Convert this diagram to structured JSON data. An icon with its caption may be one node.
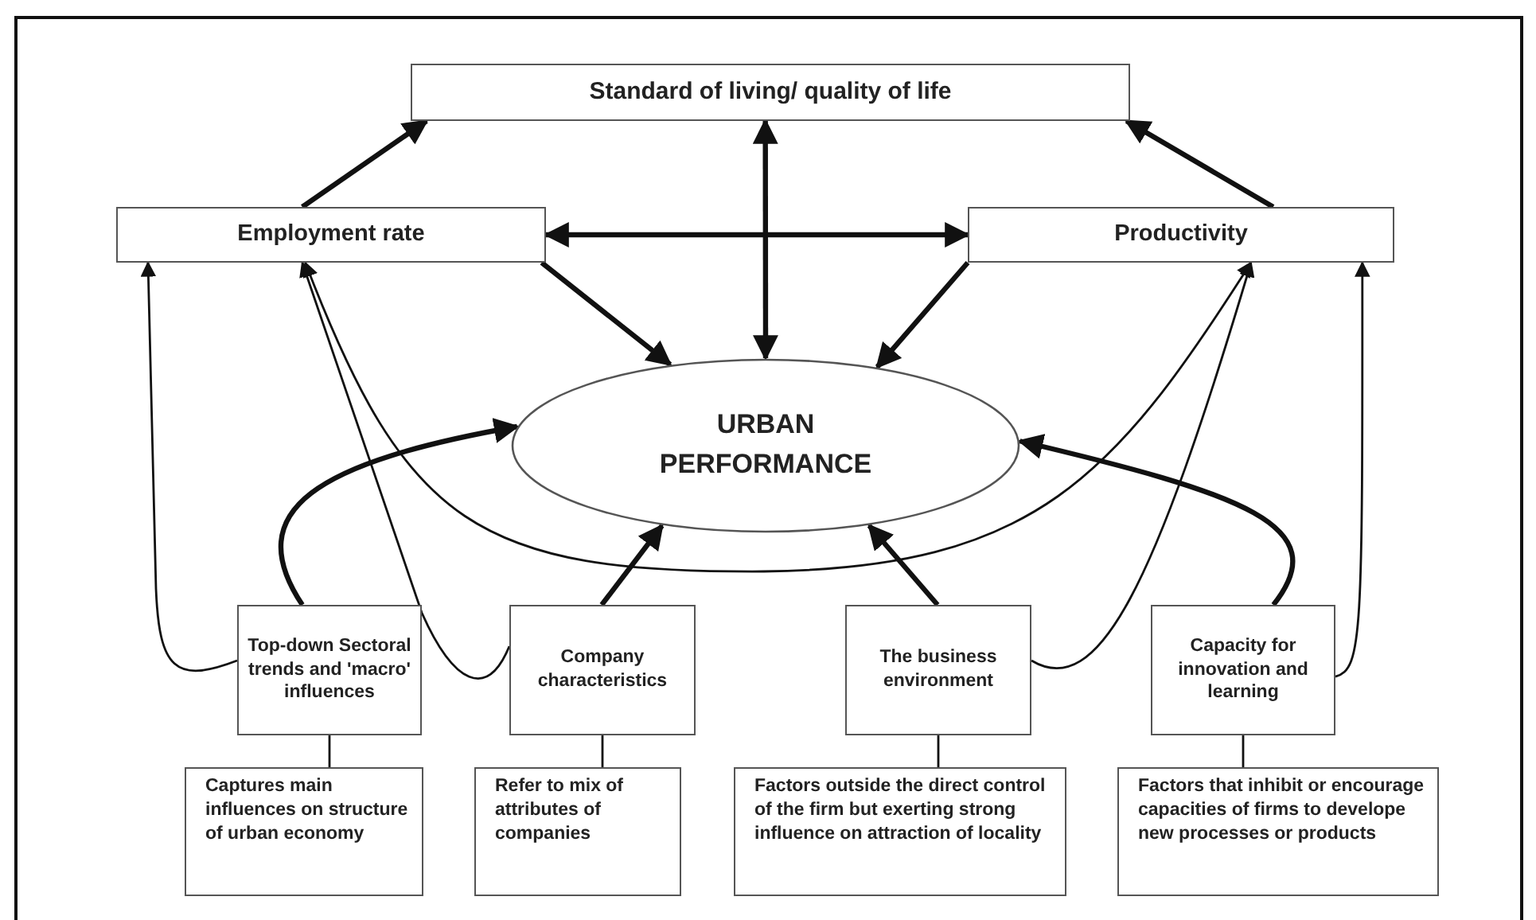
{
  "diagram": {
    "nodes": [
      {
        "text": [
          "Standard of living/ quality of life"
        ]
      },
      {
        "text": [
          "Employment rate"
        ]
      },
      {
        "text": [
          "Productivity"
        ]
      },
      {
        "text": [
          "URBAN PERFORMANCE"
        ]
      },
      {
        "text": [
          "Top-down Sectoral trends and 'macro' influences"
        ]
      },
      {
        "text": [
          "Company characteristics"
        ]
      },
      {
        "text": [
          "The business environment"
        ]
      },
      {
        "text": [
          "Capacity for innovation and learning"
        ]
      },
      {
        "text": [
          "Captures main influences on structure of urban economy"
        ]
      },
      {
        "text": [
          "Refer to mix of attributes of companies"
        ]
      },
      {
        "text": [
          "Factors outside the direct control of the firm but exerting strong influence on attraction of locality"
        ]
      },
      {
        "text": [
          "Factors that inhibit or encourage capacities of firms to develope new processes or products"
        ]
      }
    ],
    "edges": [
      {
        "from": 1,
        "to": 0,
        "arrow": "to"
      },
      {
        "from": 2,
        "to": 0,
        "arrow": "to"
      },
      {
        "from": 0,
        "to": 3,
        "arrow": "both"
      },
      {
        "from": 1,
        "to": 2,
        "arrow": "both"
      },
      {
        "from": 1,
        "to": 3,
        "arrow": "to"
      },
      {
        "from": 2,
        "to": 3,
        "arrow": "to"
      },
      {
        "from": 4,
        "to": 3,
        "arrow": "to"
      },
      {
        "from": 5,
        "to": 3,
        "arrow": "to"
      },
      {
        "from": 6,
        "to": 3,
        "arrow": "to"
      },
      {
        "from": 7,
        "to": 3,
        "arrow": "to"
      },
      {
        "from": 4,
        "to": 1,
        "arrow": "to"
      },
      {
        "from": 5,
        "to": 1,
        "arrow": "to"
      },
      {
        "from": 1,
        "to": 2,
        "arrow": "both"
      },
      {
        "from": 6,
        "to": 2,
        "arrow": "to"
      },
      {
        "from": 7,
        "to": 2,
        "arrow": "to"
      },
      {
        "from": 4,
        "to": 8,
        "arrow": "none"
      },
      {
        "from": 5,
        "to": 9,
        "arrow": "none"
      },
      {
        "from": 6,
        "to": 10,
        "arrow": "none"
      },
      {
        "from": 7,
        "to": 11,
        "arrow": "none"
      }
    ]
  }
}
